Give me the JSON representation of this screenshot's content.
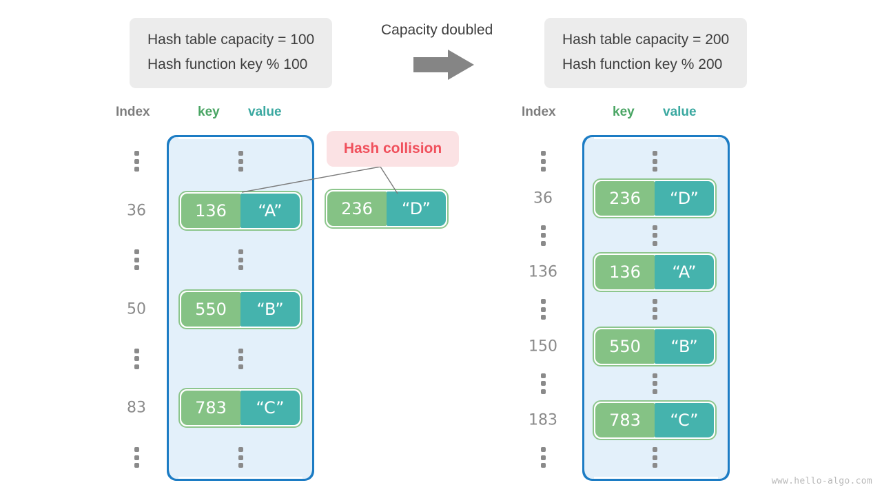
{
  "left_panel": {
    "info": {
      "capacity_line": "Hash table capacity = 100",
      "function_line": "Hash function key % 100"
    },
    "headers": {
      "index": "Index",
      "key": "key",
      "value": "value"
    },
    "rows": [
      {
        "kind": "dots",
        "index": "",
        "key": "",
        "value": ""
      },
      {
        "kind": "entry",
        "index": "36",
        "key": "136",
        "value": "“A”"
      },
      {
        "kind": "dots",
        "index": "",
        "key": "",
        "value": ""
      },
      {
        "kind": "entry",
        "index": "50",
        "key": "550",
        "value": "“B”"
      },
      {
        "kind": "dots",
        "index": "",
        "key": "",
        "value": ""
      },
      {
        "kind": "entry",
        "index": "83",
        "key": "783",
        "value": "“C”"
      },
      {
        "kind": "dots",
        "index": "",
        "key": "",
        "value": ""
      }
    ],
    "colliding_pair": {
      "key": "236",
      "value": "“D”"
    }
  },
  "transition": {
    "label": "Capacity doubled",
    "arrow_icon": "right-arrow-icon"
  },
  "right_panel": {
    "info": {
      "capacity_line": "Hash table capacity = 200",
      "function_line": "Hash function key % 200"
    },
    "headers": {
      "index": "Index",
      "key": "key",
      "value": "value"
    },
    "rows": [
      {
        "kind": "dots",
        "index": "",
        "key": "",
        "value": ""
      },
      {
        "kind": "entry",
        "index": "36",
        "key": "236",
        "value": "“D”"
      },
      {
        "kind": "dots",
        "index": "",
        "key": "",
        "value": ""
      },
      {
        "kind": "entry",
        "index": "136",
        "key": "136",
        "value": "“A”"
      },
      {
        "kind": "dots",
        "index": "",
        "key": "",
        "value": ""
      },
      {
        "kind": "entry",
        "index": "150",
        "key": "550",
        "value": "“B”"
      },
      {
        "kind": "dots",
        "index": "",
        "key": "",
        "value": ""
      },
      {
        "kind": "entry",
        "index": "183",
        "key": "783",
        "value": "“C”"
      },
      {
        "kind": "dots",
        "index": "",
        "key": "",
        "value": ""
      }
    ]
  },
  "annotation": {
    "collision_label": "Hash collision"
  },
  "watermark": "www.hello-algo.com",
  "colors": {
    "key_fill": "#85c285",
    "value_fill": "#45b3ad",
    "pair_border": "#8dc68d",
    "table_fill": "#e3f0fa",
    "table_border": "#1c7cc4",
    "index_text": "#8a8a8a",
    "key_header": "#4aa564",
    "value_header": "#3aa8a0",
    "collision_text": "#f0505c",
    "collision_fill": "#fbe2e4",
    "info_fill": "#ececec",
    "arrow_fill": "#858585"
  }
}
